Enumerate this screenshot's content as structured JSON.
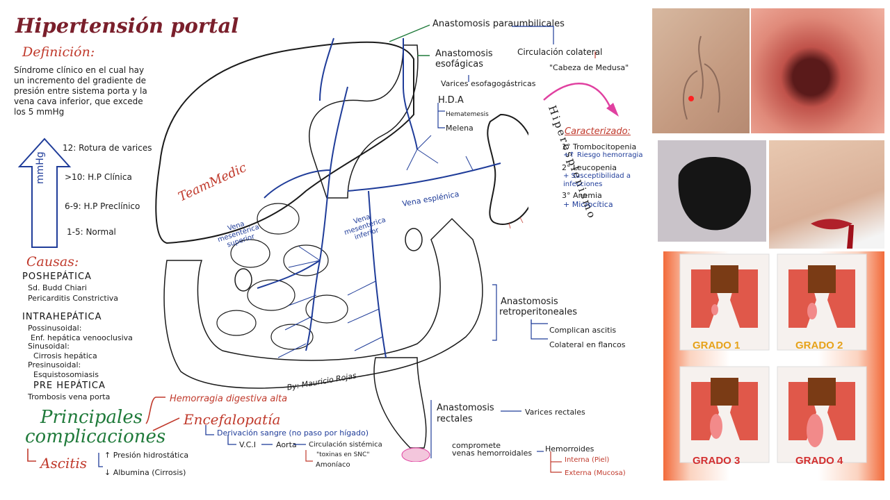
{
  "title": "Hipertensión portal",
  "definition": {
    "heading": "Definición:",
    "text": "Síndrome clínico en el cual hay un incremento del gradiente de presión entre sistema porta y la vena cava inferior, que excede los 5 mmHg"
  },
  "scale": {
    "unit": "mmHg",
    "levels": [
      "12: Rotura de varices",
      ">10: H.P Clínica",
      "6-9: H.P Preclínico",
      "1-5: Normal"
    ]
  },
  "causes": {
    "heading": "Causas:",
    "posthepatic": {
      "title": "POSHEPÁTICA",
      "items": [
        "Sd. Budd Chiari",
        "Pericarditis Constrictiva"
      ]
    },
    "intrahepatic": {
      "title": "INTRAHEPÁTICA",
      "items": [
        "Possinusoidal:",
        "Enf. hepática venooclusiva",
        "Sinusoidal:",
        "Cirrosis hepática",
        "Presinusoidal:",
        "Esquistosomiasis"
      ]
    },
    "prehepatic": {
      "title": "PRE HEPÁTICA",
      "items": [
        "Trombosis vena porta"
      ]
    }
  },
  "complications": {
    "heading_line1": "Principales",
    "heading_line2": "complicaciones",
    "hemorrhage": "Hemorragia digestiva alta",
    "encephalopathy": "Encefalopatía",
    "derivation": "Derivación sangre (no paso por hígado)",
    "vci": "V.C.I",
    "aorta": "Aorta",
    "systemic": "Circulación sistémica",
    "toxins": "\"toxinas en SNC\"",
    "ammonia": "Amoníaco",
    "ascites": "Ascitis",
    "pressure": "↑ Presión hidrostática",
    "albumin": "↓ Albumina (Cirrosis)"
  },
  "diagram": {
    "watermark": "TeamMedic",
    "vein_superior_mesenteric": "Vena mesentérica superior",
    "vein_inferior_mesenteric": "Vena mesentérica inferior",
    "vein_splenic": "Vena esplénica",
    "author": "By: Mauricio Rojas",
    "hypersplenism": "Hiperesplenismo"
  },
  "anastomoses": {
    "paraumbilical": "Anastomosis paraumbilicales",
    "esophageal": "Anastomosis esofágicas",
    "collateral": "Circulación colateral",
    "medusa": "\"Cabeza de Medusa\"",
    "varices": "Varices esofagogástricas",
    "hda": "H.D.A",
    "hematemesis": "Hematemesis",
    "melena": "Melena",
    "retro_line1": "Anastomosis",
    "retro_line2": "retroperitoneales",
    "ascites_comp": "Complican ascitis",
    "flank": "Colateral en flancos",
    "rectal_line1": "Anastomosis",
    "rectal_line2": "rectales",
    "rectal_varices": "Varices rectales",
    "compromise_line1": "compromete",
    "compromise_line2": "venas hemorroidales",
    "hemorrhoids": "Hemorroides",
    "internal": "Interna (Piel)",
    "external": "Externa (Mucosa)"
  },
  "characterized": {
    "heading": "Caracterizado:",
    "items": [
      "1° Trombocitopenia",
      "+↑ Riesgo hemorragia",
      "2° Leucopenia",
      "+ Susceptibilidad a infecciones",
      "3° Anemia",
      "+ Microcítica"
    ]
  },
  "grades": [
    "GRADO 1",
    "GRADO 2",
    "GRADO 3",
    "GRADO 4"
  ],
  "colors": {
    "title": "#7a1f2b",
    "red": "#c0392b",
    "blue": "#1f3c99",
    "green": "#1f7a3a",
    "pink": "#e040a0",
    "grade_yellow": "#e6a21a",
    "grade_red": "#d32f2f"
  }
}
